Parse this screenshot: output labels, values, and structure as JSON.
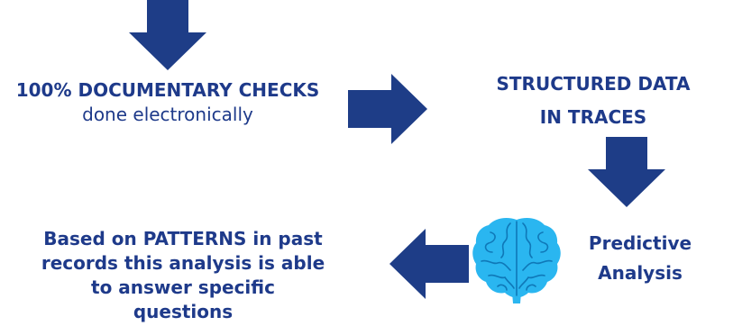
{
  "diagram": {
    "arrow_color": "#1e3d87",
    "brain_color": "#2ab6f0",
    "text_color": "#1e3a8a",
    "nodes": [
      {
        "id": "documentary-checks",
        "title": "100% DOCUMENTARY CHECKS",
        "subtitle": "done electronically"
      },
      {
        "id": "structured-data",
        "line1": "STRUCTURED DATA",
        "line2": "IN TRACES"
      },
      {
        "id": "predictive-analysis",
        "line1": "Predictive",
        "line2": "Analysis",
        "icon": "brain-icon"
      },
      {
        "id": "patterns",
        "line1": "Based on PATTERNS in past",
        "line2": "records this analysis is able",
        "line3": "to answer specific",
        "line4": "questions"
      }
    ],
    "arrows": [
      "down",
      "right",
      "down",
      "left"
    ]
  }
}
